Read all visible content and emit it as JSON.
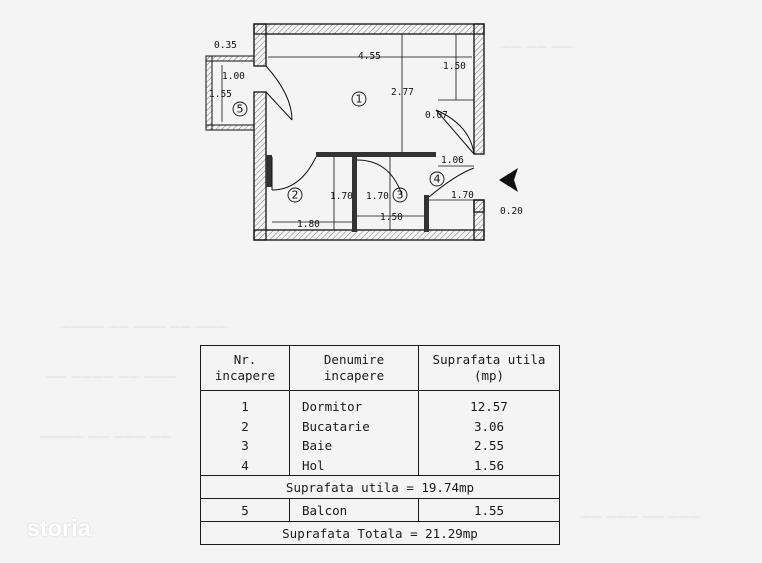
{
  "floorplan": {
    "dimensions": [
      "0.35",
      "4.55",
      "1.00",
      "1.55",
      "1.50",
      "2.77",
      "0.07",
      "1.06",
      "1.70",
      "1.70",
      "1.70",
      "1.80",
      "1.50",
      "0.20"
    ],
    "room_numbers": [
      "1",
      "2",
      "3",
      "4",
      "5"
    ]
  },
  "table": {
    "header": {
      "nr_line1": "Nr.",
      "nr_line2": "incapere",
      "name_line1": "Denumire",
      "name_line2": "incapere",
      "area_line1": "Suprafata utila",
      "area_line2": "(mp)"
    },
    "rows": [
      {
        "nr": "1",
        "name": "Dormitor",
        "area": "12.57"
      },
      {
        "nr": "2",
        "name": "Bucatarie",
        "area": "3.06"
      },
      {
        "nr": "3",
        "name": "Baie",
        "area": "2.55"
      },
      {
        "nr": "4",
        "name": "Hol",
        "area": "1.56"
      }
    ],
    "useful_total": "Suprafata utila = 19.74mp",
    "balcony": {
      "nr": "5",
      "name": "Balcon",
      "area": "1.55"
    },
    "grand_total": "Suprafata Totala = 21.29mp"
  },
  "logo": "storia"
}
